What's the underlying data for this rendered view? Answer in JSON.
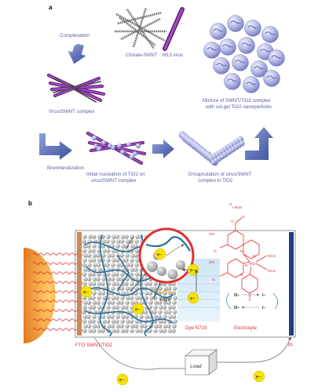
{
  "panel_a": {
    "letter": "a",
    "components": {
      "swnt": "Cholate-SWNT",
      "virus": "M13 virus"
    },
    "steps": {
      "complexation": "Complexation",
      "virus_swnt_complex": "Virus/SWNT complex",
      "biomineralization": "Biomineralization",
      "initial_nucleation_1": "Initial nucleation of TiO2 on",
      "initial_nucleation_2": "virus/SWNT complex",
      "encapsulation_1": "Encapsulation of virus/SWNT",
      "encapsulation_2": "complex in TiO2",
      "mixture_1": "Mixture of SWNT/TiO2 complex",
      "mixture_2": "with sol-gel TiO2 nanoparticles"
    }
  },
  "panel_b": {
    "letter": "b",
    "electron": "e−",
    "light": "Light",
    "dye": "Dye N719",
    "electrolyte": "Electrolyte",
    "anode": "FTO SWNT/TiO2",
    "cathode": "Pt",
    "load": "Load",
    "redox": {
      "iodide": "I−",
      "triiodide_top": "I3−",
      "iodide_bottom": "I−",
      "triiodide_bottom": "I3−"
    },
    "molecule": {
      "tbua": "t-BuN",
      "nh": "H",
      "o1": "O",
      "oh1": "OH",
      "o2": "O",
      "oh2": "OH",
      "o3": "O",
      "o_neg": "O",
      "n1": "N",
      "n2": "N",
      "n3": "N",
      "n4": "N",
      "ru": "Ru",
      "ncs1": "NCS",
      "ncs2": "NCS"
    }
  },
  "colors": {
    "virus": "#8a2a9c",
    "swnt": "#7a7a7a",
    "tio2": "#9ea3d8",
    "arrow": "#4b5ea8",
    "label": "#5a5fa8",
    "dye_red": "#e03030",
    "electron_yellow": "#f6e300",
    "sun": "#f0a040",
    "cathode": "#1f3f7a",
    "swnt_blue": "#2a6f9a"
  }
}
